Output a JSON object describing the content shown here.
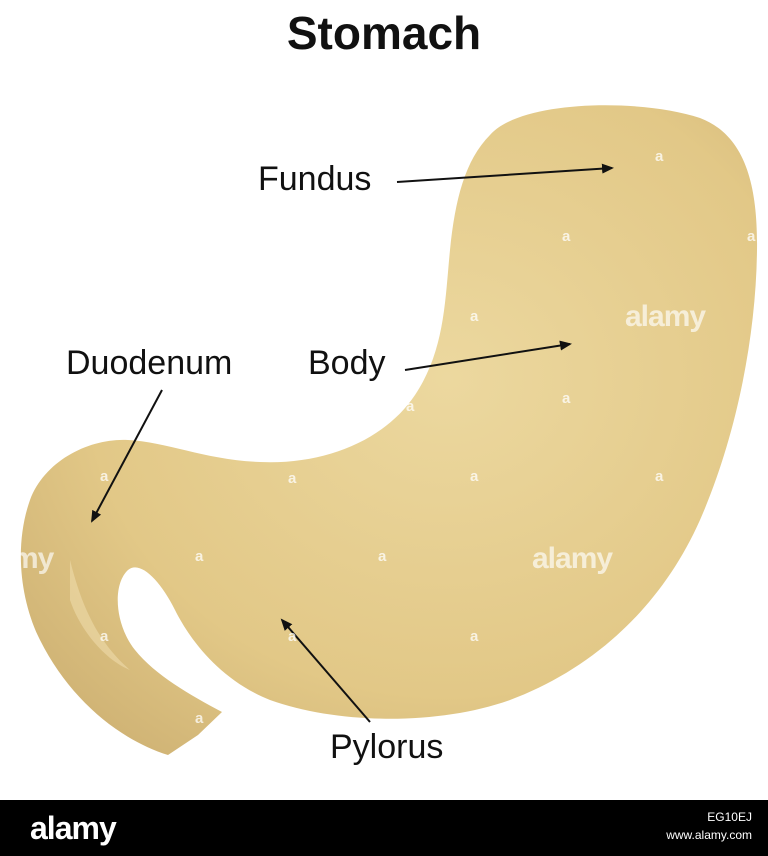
{
  "title": "Stomach",
  "labels": {
    "fundus": "Fundus",
    "body": "Body",
    "duodenum": "Duodenum",
    "pylorus": "Pylorus"
  },
  "colors": {
    "organ_light": "#ebd59a",
    "organ_mid": "#e3c98a",
    "organ_dark": "#c9ad6c",
    "arrow": "#111111"
  },
  "watermark": {
    "small": "a",
    "brand": "alamy",
    "partial": "my"
  },
  "footer": {
    "logo": "alamy",
    "image_id": "EG10EJ",
    "url": "www.alamy.com"
  }
}
